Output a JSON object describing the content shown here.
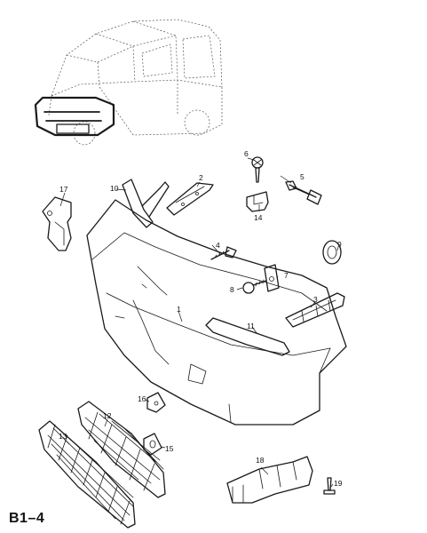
{
  "diagram": {
    "code": "B1–4",
    "callouts": {
      "c1": "1",
      "c2": "2",
      "c3": "3",
      "c4": "4",
      "c5": "5",
      "c6": "6",
      "c7": "7",
      "c8": "8",
      "c9": "9",
      "c10": "10",
      "c11": "11",
      "c12": "12",
      "c13": "13",
      "c14": "14",
      "c15": "15",
      "c16": "16",
      "c17": "17",
      "c18": "18",
      "c19": "19"
    }
  }
}
